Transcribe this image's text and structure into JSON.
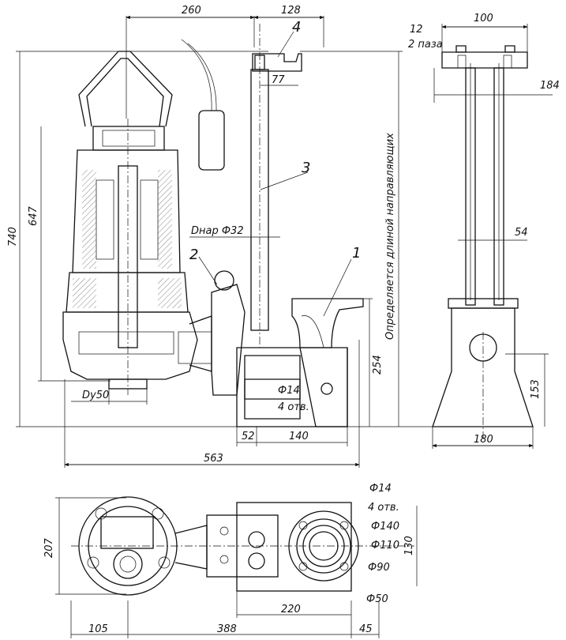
{
  "labels": {
    "d260": "260",
    "d128": "128",
    "d100": "100",
    "d12": "12",
    "slots": "2 паза",
    "d184": "184",
    "d77": "77",
    "d740": "740",
    "d647": "647",
    "dnar": "Dнар Ф32",
    "d54": "54",
    "guide_note": "Определяется длиной направляющих",
    "d254": "254",
    "d153": "153",
    "d14a": "Ф14",
    "holes4a": "4 отв.",
    "dy50": "Dy50",
    "d52": "52",
    "d140": "140",
    "d180": "180",
    "d563": "563",
    "d207": "207",
    "d14b": "Ф14",
    "holes4b": "4 отв.",
    "d140b": "Ф140",
    "d110": "Ф110",
    "d90": "Ф90",
    "d50": "Ф50",
    "d130": "130",
    "d220": "220",
    "d105": "105",
    "d388": "388",
    "d45": "45",
    "call1": "1",
    "call2": "2",
    "call3": "3",
    "call4": "4"
  }
}
